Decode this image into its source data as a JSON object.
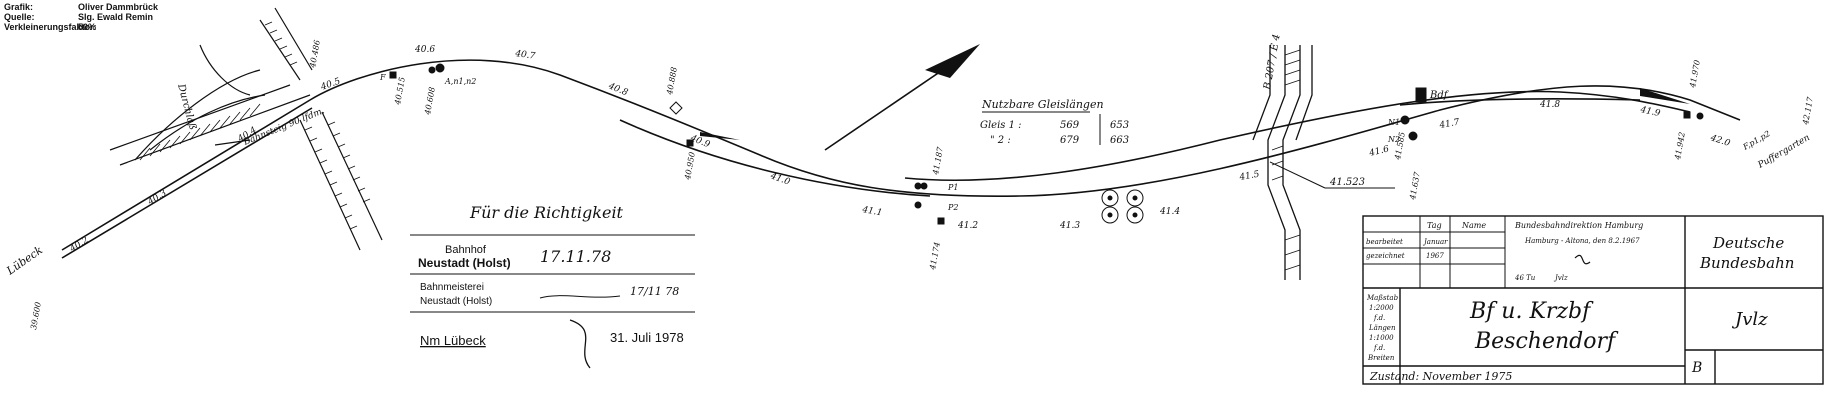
{
  "credits": [
    {
      "label": "Grafik:",
      "value": "Oliver Dammbrück"
    },
    {
      "label": "Quelle:",
      "value": "Slg. Ewald Remin"
    },
    {
      "label": "Verkleinerungsfaktor:",
      "value": "50%"
    }
  ],
  "labels": {
    "lubeck": "Lübeck",
    "durchlass": "Durchlaß",
    "bahnsteig": "Bahnsteig 90 lfdm.",
    "km_40_2": "40.2",
    "km_40_3": "40.3",
    "km_40_4": "40.4",
    "km_40_5": "40.5",
    "km_40_6": "40.6",
    "km_40_7": "40.7",
    "km_40_8": "40.8",
    "km_40_9": "40.9",
    "km_41_0": "41.0",
    "km_41_1": "41.1",
    "km_41_2": "41.2",
    "km_41_3": "41.3",
    "km_41_4": "41.4",
    "km_41_5": "41.5",
    "km_41_6": "41.6",
    "km_41_7": "41.7",
    "km_41_8": "41.8",
    "km_41_9": "41.9",
    "km_42_0": "42.0",
    "km_39_600": "39.600",
    "km_40_486": "40.486",
    "km_40_515": "40.515",
    "km_40_608": "40.608",
    "km_40_888": "40.888",
    "km_40_950": "40.950",
    "km_41_187": "41.187",
    "km_41_174": "41.174",
    "km_41_523": "41.523",
    "km_41_585": "41.585",
    "km_41_637": "41.637",
    "km_41_942": "41.942",
    "km_41_970": "41.970",
    "km_42_117": "42.117",
    "road": "B 207 / E 4",
    "bdf": "Bdf",
    "puffergarten": "Puffergarten",
    "signal_a": "A,n1,n2",
    "signal_f": "F",
    "signal_p1": "P1",
    "signal_p2": "P2",
    "signal_n1": "N1",
    "signal_n2": "N2",
    "signal_fp": "F,p1,p2"
  },
  "gleis": {
    "title": "Nutzbare Gleislängen",
    "rows": [
      {
        "label": "Gleis 1 :",
        "a": "569",
        "b": "653"
      },
      {
        "label": "\" 2 :",
        "a": "679",
        "b": "663"
      }
    ]
  },
  "signoff": {
    "line1": "Für die Richtigkeit",
    "bahnhof": "Bahnhof",
    "neustadt": "Neustadt (Holst)",
    "sig_date": "17.11.78",
    "bahnmeisterei": "Bahnmeisterei",
    "bm_neustadt": "Neustadt (Holst)",
    "bm_date": "17/11 78",
    "nm": "Nm Lübeck",
    "date": "31. Juli 1978"
  },
  "titleblock": {
    "col_tag": "Tag",
    "col_name": "Name",
    "bearbeitet": "bearbeitet",
    "gezeichnet": "gezeichnet",
    "bearb_tag": "Januar",
    "gez_tag": "1967",
    "authority": "Bundesbahndirektion Hamburg",
    "authority2": "Hamburg - Altona, den 8.2.1967",
    "sig_small1": "46 Tu",
    "sig_small2": "Jvlz",
    "dept1": "Deutsche",
    "dept2": "Bundesbahn",
    "massstab": "Maßstab",
    "m1": "1:2000",
    "m2": "f.d.",
    "m3": "Längen",
    "m4": "1:1000",
    "m5": "f.d.",
    "m6": "Breiten",
    "title1": "Bf u. Krzbf",
    "title2": "Beschendorf",
    "code": "Jvlz",
    "zustand": "Zustand: November 1975",
    "b": "B"
  }
}
